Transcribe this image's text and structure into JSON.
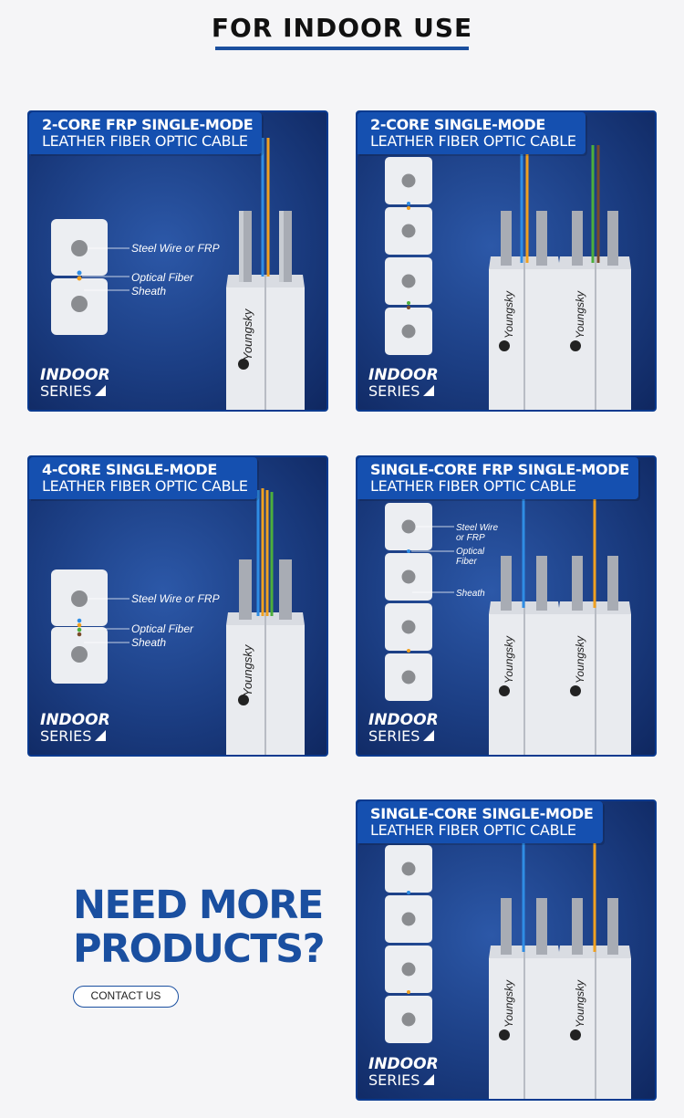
{
  "header": {
    "title": "FOR INDOOR USE"
  },
  "cards": [
    {
      "line1": "2-CORE FRP SINGLE-MODE",
      "line2": "LEATHER FIBER OPTIC CABLE",
      "series1": "INDOOR",
      "series2": "SERIES"
    },
    {
      "line1": "2-CORE SINGLE-MODE",
      "line2": "LEATHER FIBER OPTIC CABLE",
      "series1": "INDOOR",
      "series2": "SERIES"
    },
    {
      "line1": "4-CORE SINGLE-MODE",
      "line2": "LEATHER FIBER OPTIC CABLE",
      "series1": "INDOOR",
      "series2": "SERIES"
    },
    {
      "line1": "SINGLE-CORE FRP SINGLE-MODE",
      "line2": "LEATHER FIBER OPTIC CABLE",
      "series1": "INDOOR",
      "series2": "SERIES"
    },
    {
      "line1": "SINGLE-CORE SINGLE-MODE",
      "line2": "LEATHER FIBER OPTIC CABLE",
      "series1": "INDOOR",
      "series2": "SERIES"
    }
  ],
  "labels": {
    "steel_wire": "Steel Wire or FRP",
    "optical_fiber": "Optical Fiber",
    "sheath": "Sheath",
    "steel_wire_l1": "Steel Wire",
    "steel_wire_l2": "or FRP",
    "optical_l1": "Optical",
    "optical_l2": "Fiber"
  },
  "brand": "Youngsky",
  "promo": {
    "line1": "NEED MORE",
    "line2": "PRODUCTS?",
    "contact": "CONTACT US"
  },
  "colors": {
    "accent": "#1550b0",
    "fiber_blue": "#2f8de4",
    "fiber_orange": "#f0a020",
    "fiber_green": "#4cae3c",
    "fiber_brown": "#7a4a2a"
  }
}
